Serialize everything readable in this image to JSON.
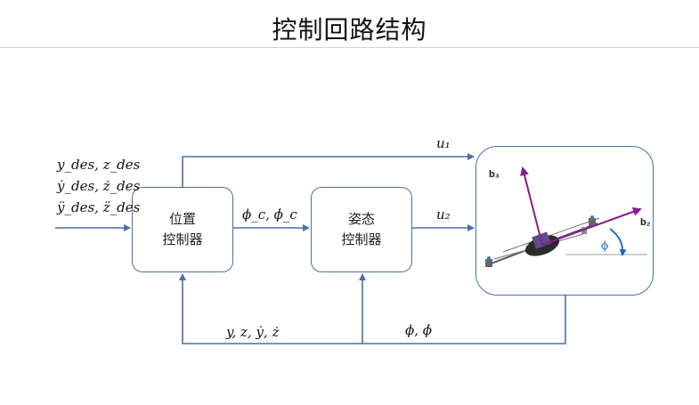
{
  "title": "控制回路结构",
  "inputs": {
    "line1": "y_des, z_des",
    "line2": "ẏ_des, ż_des",
    "line3": "ÿ_des, z̈_des"
  },
  "blocks": {
    "position": {
      "line1": "位置",
      "line2": "控制器"
    },
    "attitude": {
      "line1": "姿态",
      "line2": "控制器"
    }
  },
  "signals": {
    "u1": "u₁",
    "u2": "u₂",
    "phi_c": "ϕ_c, ϕ̇_c",
    "feedback_pos": "y, z, ẏ, ż",
    "feedback_att": "ϕ, ϕ̇"
  },
  "drone": {
    "b3": "b₃",
    "b2": "b₂",
    "phi": "ϕ"
  },
  "colors": {
    "line": "#4a6faa",
    "body_axis": "#8b1a8f",
    "angle": "#1565c0"
  }
}
